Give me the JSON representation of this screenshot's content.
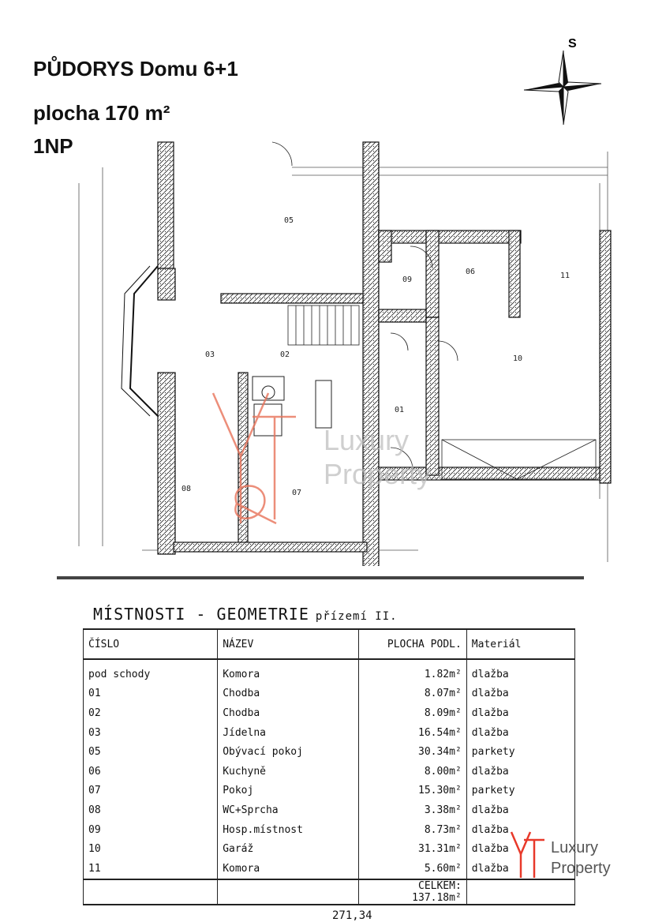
{
  "header": {
    "title": "PŮDORYS Domu 6+1",
    "area": "plocha 170  m²",
    "floor": "1NP"
  },
  "compass": {
    "label": "S"
  },
  "plan": {
    "room_labels": [
      "05",
      "06",
      "11",
      "03",
      "02",
      "01",
      "10",
      "08",
      "07",
      "09"
    ]
  },
  "table": {
    "title": "MÍSTNOSTI - GEOMETRIE",
    "floor_note": "přízemí II.",
    "headers": [
      "ČÍSLO",
      "NÁZEV",
      "PLOCHA PODL.",
      "Materiál"
    ],
    "rows": [
      {
        "no": "pod schody",
        "name": "Komora",
        "area": "1.82m²",
        "material": "dlažba"
      },
      {
        "no": "01",
        "name": "Chodba",
        "area": "8.07m²",
        "material": "dlažba"
      },
      {
        "no": "02",
        "name": "Chodba",
        "area": "8.09m²",
        "material": "dlažba"
      },
      {
        "no": "03",
        "name": "Jídelna",
        "area": "16.54m²",
        "material": "dlažba"
      },
      {
        "no": "05",
        "name": "Obývací pokoj",
        "area": "30.34m²",
        "material": "parkety"
      },
      {
        "no": "06",
        "name": "Kuchyně",
        "area": "8.00m²",
        "material": "dlažba"
      },
      {
        "no": "07",
        "name": "Pokoj",
        "area": "15.30m²",
        "material": "parkety"
      },
      {
        "no": "08",
        "name": "WC+Sprcha",
        "area": "3.38m²",
        "material": "dlažba"
      },
      {
        "no": "09",
        "name": "Hosp.místnost",
        "area": "8.73m²",
        "material": "dlažba"
      },
      {
        "no": "10",
        "name": "Garáž",
        "area": "31.31m²",
        "material": "dlažba"
      },
      {
        "no": "11",
        "name": "Komora",
        "area": "5.60m²",
        "material": "dlažba"
      }
    ],
    "total_label": "CELKEM:",
    "total_value": "137.18m²"
  },
  "footer": {
    "number": "271,34"
  },
  "watermark": {
    "line1": "Luxury",
    "line2": "Property"
  },
  "colors": {
    "watermark": "#e8735a",
    "ink": "#111111"
  }
}
